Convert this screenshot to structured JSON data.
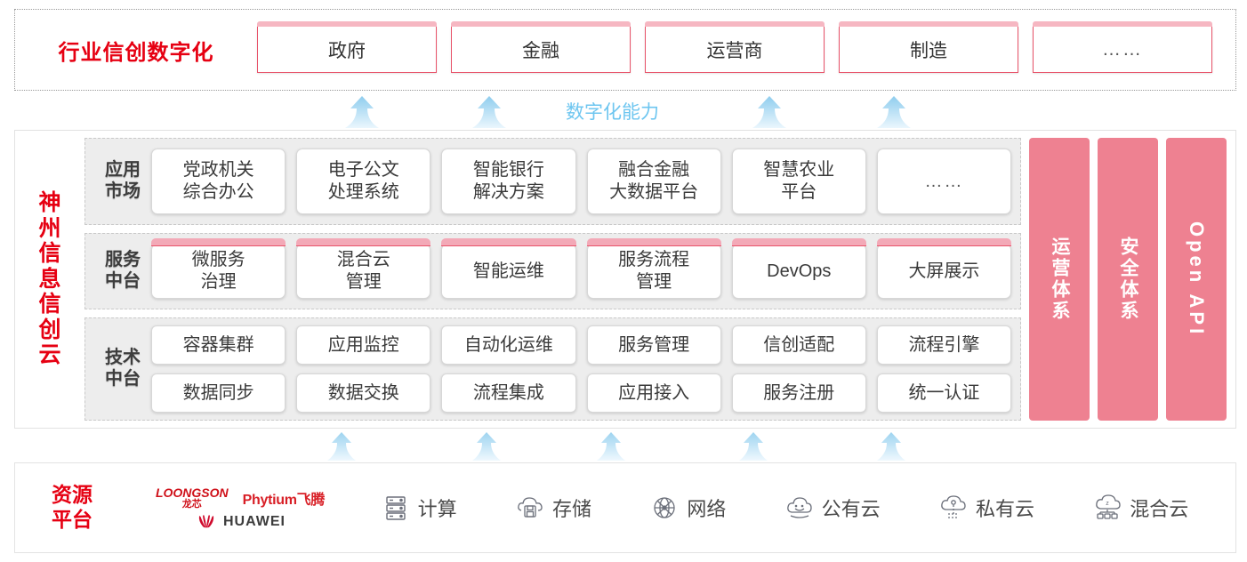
{
  "top_band": {
    "title": "行业信创数字化",
    "boxes": [
      {
        "label": "政府"
      },
      {
        "label": "金融"
      },
      {
        "label": "运营商"
      },
      {
        "label": "制造"
      },
      {
        "label": "……"
      }
    ]
  },
  "capability_label": "数字化能力",
  "cloud": {
    "title_chars": [
      "神",
      "州",
      "信",
      "息",
      "信",
      "创",
      "云"
    ],
    "rows": [
      {
        "label_lines": [
          "应用",
          "市场"
        ],
        "cells": [
          {
            "lines": [
              "党政机关",
              "综合办公"
            ]
          },
          {
            "lines": [
              "电子公文",
              "处理系统"
            ]
          },
          {
            "lines": [
              "智能银行",
              "解决方案"
            ]
          },
          {
            "lines": [
              "融合金融",
              "大数据平台"
            ]
          },
          {
            "lines": [
              "智慧农业",
              "平台"
            ]
          },
          {
            "lines": [
              "……"
            ]
          }
        ]
      },
      {
        "label_lines": [
          "服务",
          "中台"
        ],
        "cells": [
          {
            "lines": [
              "微服务",
              "治理"
            ],
            "accent": true
          },
          {
            "lines": [
              "混合云",
              "管理"
            ],
            "accent": true
          },
          {
            "lines": [
              "智能运维"
            ],
            "accent": true
          },
          {
            "lines": [
              "服务流程",
              "管理"
            ],
            "accent": true
          },
          {
            "lines": [
              "DevOps"
            ],
            "accent": true
          },
          {
            "lines": [
              "大屏展示"
            ],
            "accent": true
          }
        ]
      },
      {
        "label_lines": [
          "技术",
          "中台"
        ],
        "cells_row1": [
          {
            "lines": [
              "容器集群"
            ]
          },
          {
            "lines": [
              "应用监控"
            ]
          },
          {
            "lines": [
              "自动化运维"
            ]
          },
          {
            "lines": [
              "服务管理"
            ]
          },
          {
            "lines": [
              "信创适配"
            ]
          },
          {
            "lines": [
              "流程引擎"
            ]
          }
        ],
        "cells_row2": [
          {
            "lines": [
              "数据同步"
            ]
          },
          {
            "lines": [
              "数据交换"
            ]
          },
          {
            "lines": [
              "流程集成"
            ]
          },
          {
            "lines": [
              "应用接入"
            ]
          },
          {
            "lines": [
              "服务注册"
            ]
          },
          {
            "lines": [
              "统一认证"
            ]
          }
        ]
      }
    ],
    "pillars": [
      {
        "label": "运营体系",
        "latin": false
      },
      {
        "label": "安全体系",
        "latin": false
      },
      {
        "label": "Open API",
        "latin": true
      }
    ]
  },
  "resource": {
    "title_lines": [
      "资源",
      "平台"
    ],
    "logos": {
      "loongson_en": "LOONGSON",
      "loongson_cn": "龙芯",
      "phytium": "Phytium飞腾",
      "huawei": "HUAWEI"
    },
    "items": [
      {
        "label": "计算",
        "icon": "server-icon"
      },
      {
        "label": "存储",
        "icon": "cloud-storage-icon"
      },
      {
        "label": "网络",
        "icon": "network-globe-icon"
      },
      {
        "label": "公有云",
        "icon": "public-cloud-icon"
      },
      {
        "label": "私有云",
        "icon": "private-cloud-icon"
      },
      {
        "label": "混合云",
        "icon": "hybrid-cloud-icon"
      }
    ]
  },
  "colors": {
    "brand_red": "#e60012",
    "accent_pink": "#ee8191",
    "accent_pink_light": "#f6b7c2",
    "arrow_blue": "#a9dcf5",
    "band_gray": "#ededed"
  },
  "arrows_top": [
    402,
    545,
    860,
    1000
  ],
  "arrows_bottom": [
    380,
    545,
    685,
    845,
    1000
  ]
}
